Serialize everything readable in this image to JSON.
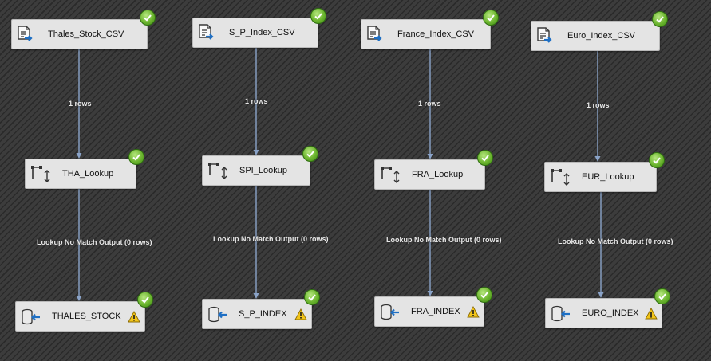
{
  "sources": [
    {
      "label": "Thales_Stock_CSV",
      "icon": "flat-file-source-icon",
      "status": "success-icon"
    },
    {
      "label": "S_P_Index_CSV",
      "icon": "flat-file-source-icon",
      "status": "success-icon"
    },
    {
      "label": "France_Index_CSV",
      "icon": "flat-file-source-icon",
      "status": "success-icon"
    },
    {
      "label": "Euro_Index_CSV",
      "icon": "flat-file-source-icon",
      "status": "success-icon"
    }
  ],
  "lookups": [
    {
      "label": "THA_Lookup",
      "icon": "lookup-icon",
      "status": "success-icon"
    },
    {
      "label": "SPI_Lookup",
      "icon": "lookup-icon",
      "status": "success-icon"
    },
    {
      "label": "FRA_Lookup",
      "icon": "lookup-icon",
      "status": "success-icon"
    },
    {
      "label": "EUR_Lookup",
      "icon": "lookup-icon",
      "status": "success-icon"
    }
  ],
  "destinations": [
    {
      "label": "THALES_STOCK",
      "icon": "ole-db-destination-icon",
      "status": "success-icon",
      "warning": "warning-icon"
    },
    {
      "label": "S_P_INDEX",
      "icon": "ole-db-destination-icon",
      "status": "success-icon",
      "warning": "warning-icon"
    },
    {
      "label": "FRA_INDEX",
      "icon": "ole-db-destination-icon",
      "status": "success-icon",
      "warning": "warning-icon"
    },
    {
      "label": "EURO_INDEX",
      "icon": "ole-db-destination-icon",
      "status": "success-icon",
      "warning": "warning-icon"
    }
  ],
  "paths_upper": [
    {
      "label": "1 rows"
    },
    {
      "label": "1 rows"
    },
    {
      "label": "1 rows"
    },
    {
      "label": "1 rows"
    }
  ],
  "paths_lower": [
    {
      "label": "Lookup No Match Output (0 rows)"
    },
    {
      "label": "Lookup No Match Output (0 rows)"
    },
    {
      "label": "Lookup No Match Output (0 rows)"
    },
    {
      "label": "Lookup No Match Output (0 rows)"
    }
  ],
  "colors": {
    "path_line": "#8aa3c8",
    "success": "#6cb52f",
    "warning": "#f3c51a",
    "node_fill": "#e4e4e4",
    "canvas_stripe": "#2a2a2a"
  }
}
